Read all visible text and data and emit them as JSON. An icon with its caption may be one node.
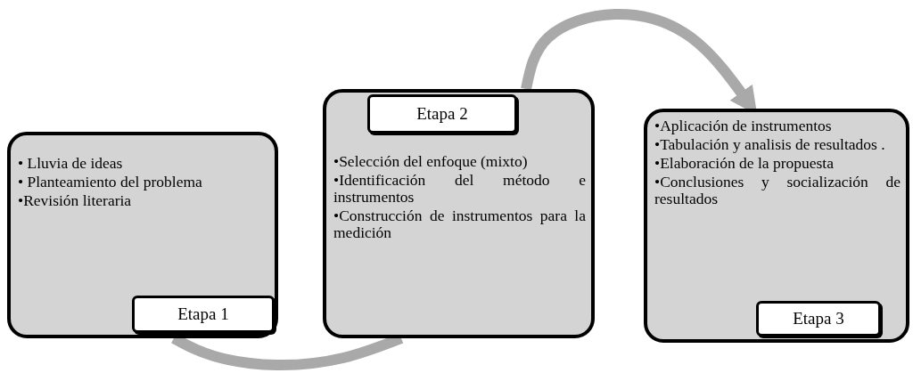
{
  "diagram": {
    "nodes": [
      {
        "text": [
          "• Lluvia de ideas",
          "• Planteamiento del problema",
          "•Revisión literaria"
        ]
      },
      {
        "text": [
          "Etapa 1"
        ],
        "in": 0
      },
      {
        "text": [
          "•Selección del enfoque (mixto)",
          "•Identificación del método e instrumentos",
          "•Construcción de instrumentos para la medición"
        ]
      },
      {
        "text": [
          "Etapa 2"
        ],
        "in": 2
      },
      {
        "text": [
          "•Aplicación de instrumentos",
          "•Tabulación y analisis de resultados .",
          "•Elaboración de la propuesta",
          "•Conclusiones y socialización de resultados"
        ]
      },
      {
        "text": [
          "Etapa 3"
        ],
        "in": 4
      }
    ],
    "edges": [
      {
        "from": 0,
        "to": 2,
        "arrow": "none"
      },
      {
        "from": 2,
        "to": 4,
        "arrow": "to"
      }
    ]
  }
}
